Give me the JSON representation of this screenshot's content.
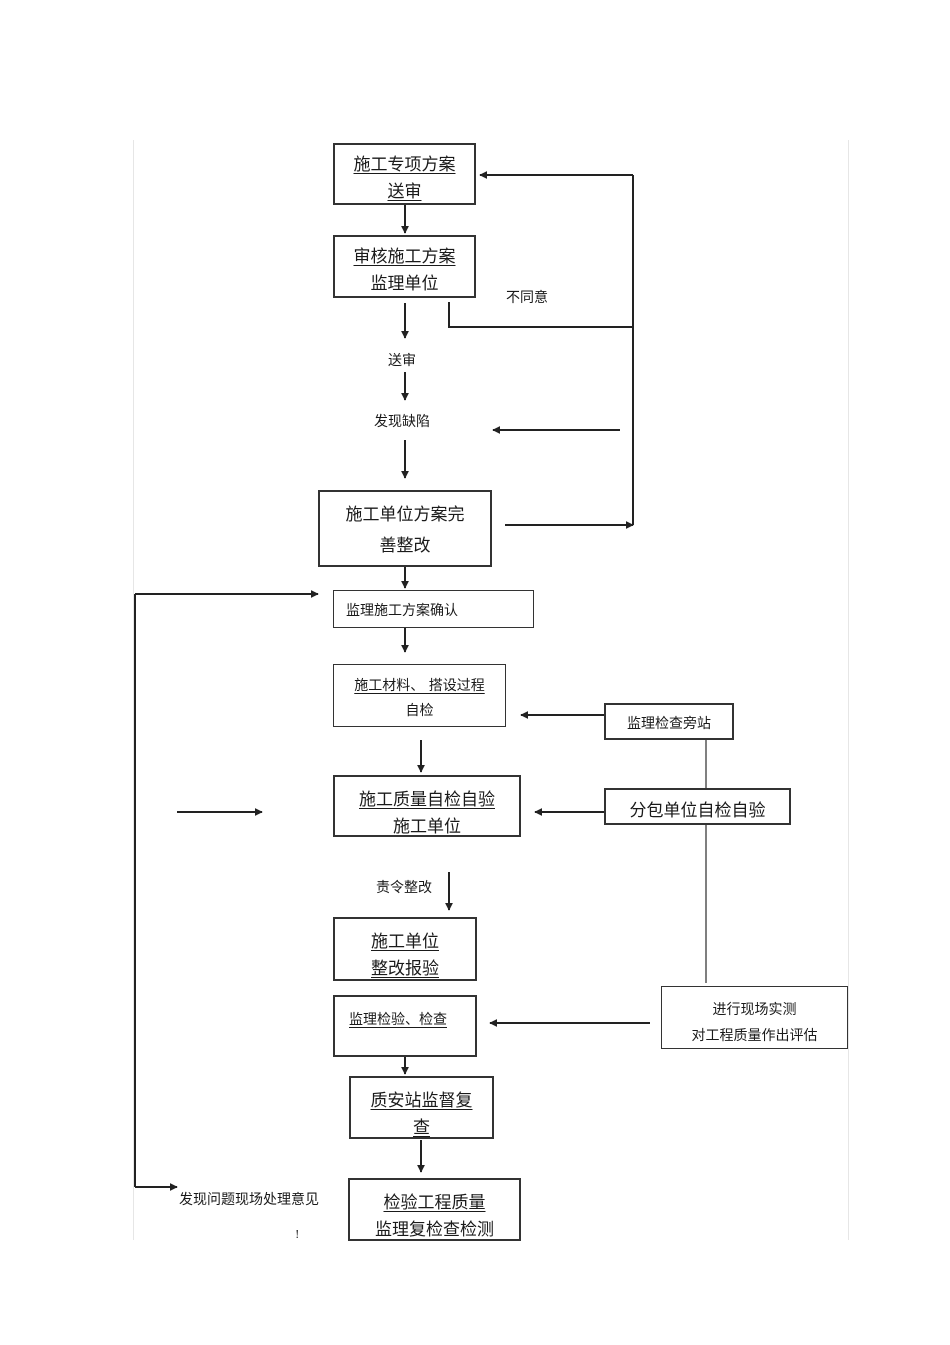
{
  "nodes": {
    "n1": {
      "line1": "施工专项方案",
      "line2": "送审"
    },
    "n2": {
      "line1": "审核施工方案",
      "line2": "监理单位"
    },
    "n3": {
      "line1": "施工单位方案完",
      "line2": "善整改"
    },
    "n4": {
      "line1": "监理施工方案确认"
    },
    "n5": {
      "line1": "施工材料、 搭设过程",
      "line2": "自检"
    },
    "n6": {
      "line1": "施工质量自检自验",
      "line2": "施工单位"
    },
    "n7": {
      "line1": "施工单位",
      "line2": "整改报验"
    },
    "n8": {
      "line1": "监理检验、检查"
    },
    "n9": {
      "line1": "质安站监督复",
      "line2": "查"
    },
    "n10": {
      "line1": "检验工程质量",
      "line2": "监理复检查检测"
    },
    "r1": {
      "line1": "监理检查旁站"
    },
    "r2": {
      "line1": "分包单位自检自验"
    },
    "r3": {
      "line1": "进行现场实测",
      "line2": "对工程质量作出评估"
    }
  },
  "labels": {
    "disagree": "不同意",
    "submit": "送审",
    "defect": "发现缺陷",
    "rectify_order": "责令整改",
    "onsite": "发现问题现场处理意见",
    "bottom_fragment": "!"
  }
}
